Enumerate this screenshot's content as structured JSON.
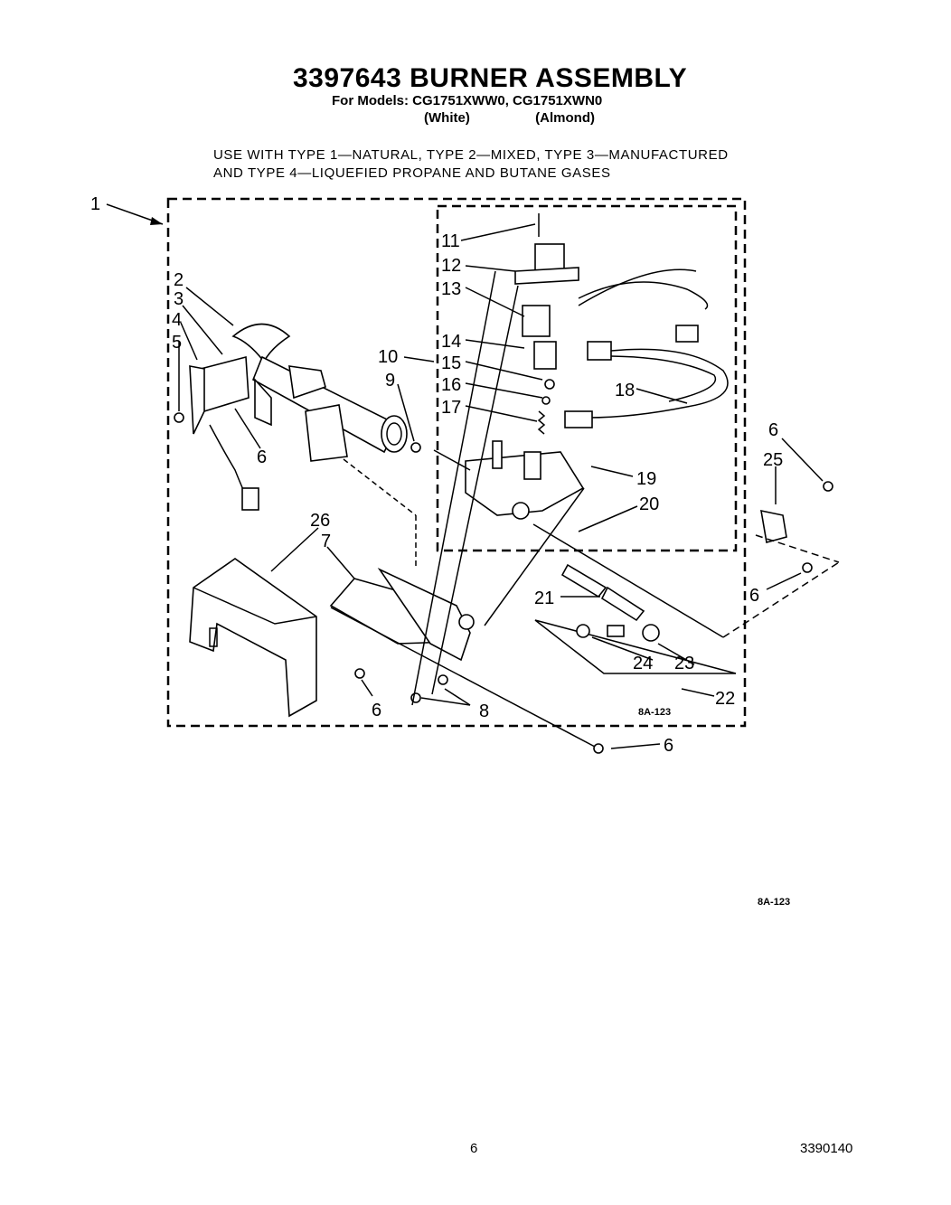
{
  "header": {
    "title": "3397643 BURNER ASSEMBLY",
    "models": "For Models: CG1751XWW0, CG1751XWN0",
    "color_white": "(White)",
    "color_almond": "(Almond)"
  },
  "gas_note": {
    "line1": "USE WITH TYPE 1—NATURAL, TYPE 2—MIXED, TYPE 3—MANUFACTURED",
    "line2": "AND TYPE 4—LIQUEFIED PROPANE AND BUTANE GASES"
  },
  "callouts": [
    "1",
    "2",
    "3",
    "4",
    "5",
    "6",
    "7",
    "8",
    "9",
    "10",
    "11",
    "12",
    "13",
    "14",
    "15",
    "16",
    "17",
    "18",
    "19",
    "20",
    "21",
    "22",
    "23",
    "24",
    "25",
    "26"
  ],
  "diagram_code": "8A-123",
  "footer": {
    "code": "8A-123",
    "page_number": "6",
    "document_number": "3390140"
  }
}
